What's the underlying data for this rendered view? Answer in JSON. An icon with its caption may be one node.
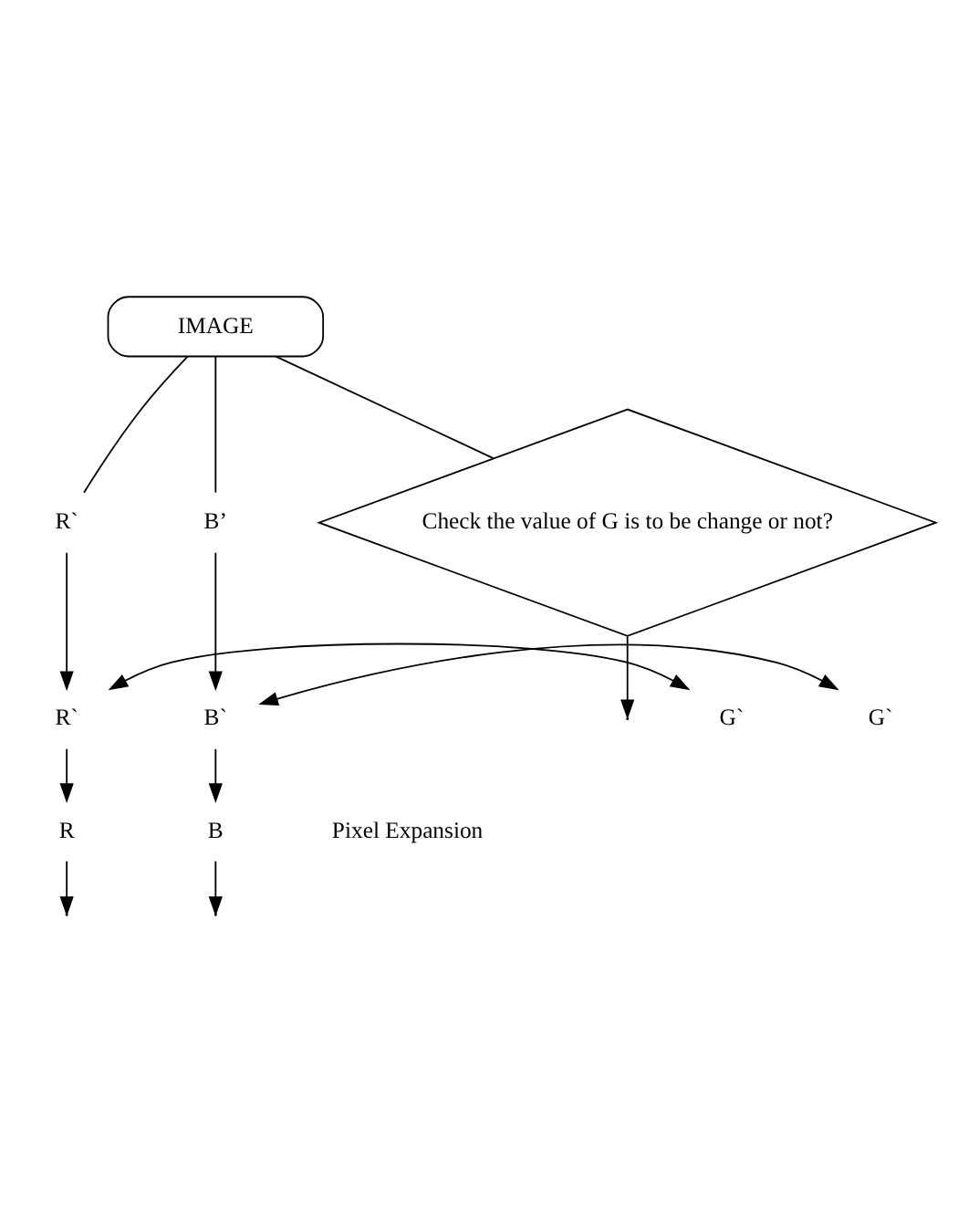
{
  "diagram": {
    "nodes": [
      {
        "text": [
          "IMAGE"
        ]
      },
      {
        "text": [
          "R`"
        ]
      },
      {
        "text": [
          "B’"
        ]
      },
      {
        "text": [
          "R`"
        ]
      },
      {
        "text": [
          "G`"
        ]
      },
      {
        "text": [
          "B`"
        ]
      },
      {
        "text": [
          "G`"
        ]
      },
      {
        "text": [
          "R"
        ]
      },
      {
        "text": [
          "B"
        ]
      },
      {
        "text": [
          "Check the value of G is to be change or not?"
        ]
      }
    ],
    "edges": [
      {
        "from": 0,
        "to": 1,
        "arrow": "none"
      },
      {
        "from": 0,
        "to": 2,
        "arrow": "none"
      },
      {
        "from": 1,
        "to": 3,
        "arrow": "to"
      },
      {
        "from": 2,
        "to": 5,
        "arrow": "to"
      },
      {
        "from": 3,
        "to": 4,
        "arrow": "both"
      },
      {
        "from": 5,
        "to": 6,
        "arrow": "both"
      },
      {
        "from": 3,
        "to": 7,
        "arrow": "to"
      },
      {
        "from": 5,
        "to": 8,
        "arrow": "to"
      },
      {
        "from": 0,
        "to": 9,
        "arrow": "none"
      },
      {
        "from": 7,
        "to": null,
        "arrow": "to"
      },
      {
        "from": 9,
        "to": null,
        "arrow": "to"
      },
      {
        "from": 8,
        "to": null,
        "arrow": "to"
      }
    ],
    "labels": [
      "Pixel Expansion"
    ]
  }
}
